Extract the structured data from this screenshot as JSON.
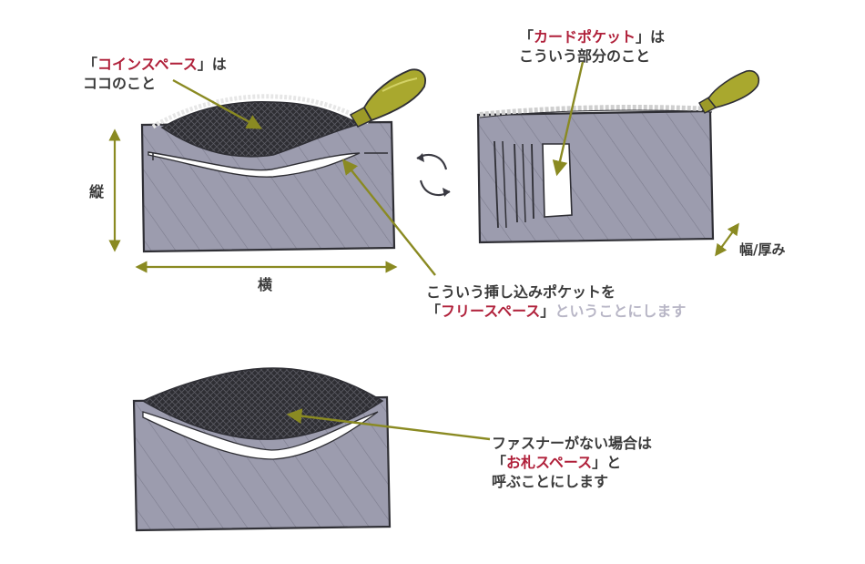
{
  "colors": {
    "pouch_fill": "#9c9cae",
    "pouch_dark": "#3a3a42",
    "outline": "#2f2f35",
    "arrow_olive": "#8a8a22",
    "zipper_olive": "#9c9a28",
    "highlight_red": "#b0203a",
    "faded_text": "#b8b6c6"
  },
  "labels": {
    "coin_space": {
      "line1_open": "「",
      "line1_highlight": "コインスペース",
      "line1_close": "」は",
      "line2": "ココのこと"
    },
    "card_pocket": {
      "line1_open": "「",
      "line1_highlight": "カードポケット",
      "line1_close": "」は",
      "line2": "こういう部分のこと"
    },
    "free_space": {
      "line1": "こういう挿し込みポケットを",
      "line2_open": "「",
      "line2_highlight": "フリースペース",
      "line2_close": "」",
      "line2_faded": "ということにします"
    },
    "bill_space": {
      "line1": "ファスナーがない場合は",
      "line2_open": "「",
      "line2_highlight": "お札スペース",
      "line2_close": "」と",
      "line3": "呼ぶことにします"
    },
    "dimensions": {
      "height": "縦",
      "width": "横",
      "thickness": "幅/厚み"
    }
  },
  "icons": {
    "rotate": "rotate-arrows-icon",
    "zipper": "zipper-pull-icon"
  }
}
